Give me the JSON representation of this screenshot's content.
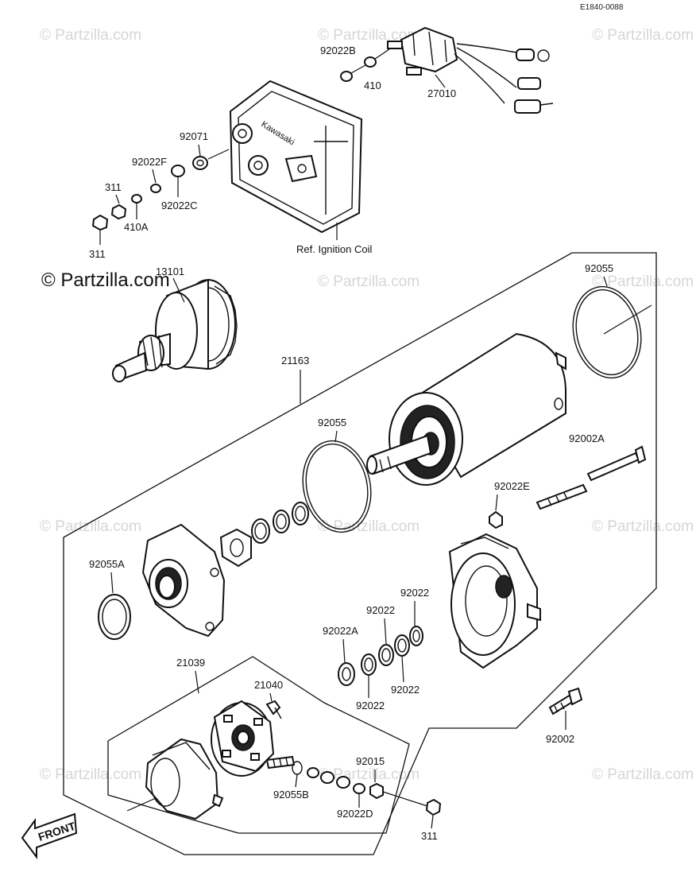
{
  "diagram": {
    "drawing_code": "E1840-0088",
    "watermark_text": "© Partzilla.com",
    "front_label": "FRONT",
    "reference_label": "Ref. Ignition Coil",
    "labels": {
      "p92022B": "92022B",
      "p410": "410",
      "p27010": "27010",
      "p92071": "92071",
      "p92022F": "92022F",
      "p311_top": "311",
      "p92022C": "92022C",
      "p410A": "410A",
      "p311_left": "311",
      "p13101": "13101",
      "p92055_top": "92055",
      "p21163": "21163",
      "p92055_mid": "92055",
      "p92002A": "92002A",
      "p92022E": "92022E",
      "p92055A": "92055A",
      "p92022_a": "92022",
      "p92022_b": "92022",
      "p92022A": "92022A",
      "p92022_c": "92022",
      "p92022_d": "92022",
      "p21039": "21039",
      "p21040": "21040",
      "p92002": "92002",
      "p92015": "92015",
      "p92055B": "92055B",
      "p92022D": "92022D",
      "p311_bottom": "311"
    }
  }
}
